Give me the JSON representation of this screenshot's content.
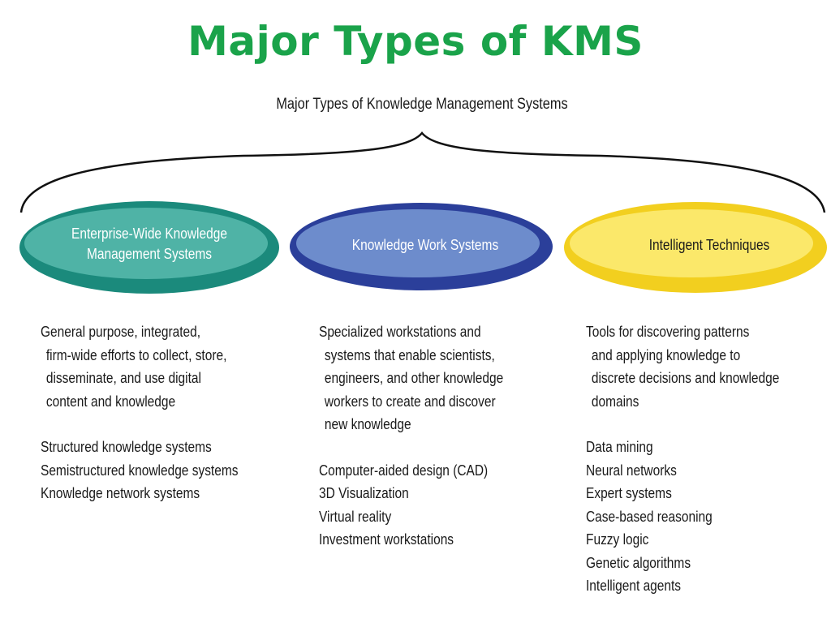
{
  "slide": {
    "title": "Major Types of KMS"
  },
  "diagram": {
    "title": "Major Types of Knowledge Management Systems",
    "colors": {
      "title_green": "#1aa34a",
      "enterprise_outer": "#1b8a7c",
      "enterprise_inner": "#4fb3a6",
      "work_outer": "#2b3f9a",
      "work_inner": "#6d8ccc",
      "intelligent_outer": "#f2cf1f",
      "intelligent_inner": "#fbe86a"
    },
    "categories": [
      {
        "label_lines": [
          "Enterprise-Wide Knowledge",
          "Management Systems"
        ],
        "description_lines": [
          "General purpose, integrated,",
          "firm-wide efforts to collect, store,",
          "disseminate, and use digital",
          "content and knowledge"
        ],
        "items": [
          "Structured knowledge systems",
          "Semistructured knowledge systems",
          "Knowledge network systems"
        ]
      },
      {
        "label_lines": [
          "Knowledge Work Systems"
        ],
        "description_lines": [
          "Specialized workstations and",
          "systems that enable scientists,",
          "engineers, and other knowledge",
          "workers to create and discover",
          "new knowledge"
        ],
        "items": [
          "Computer-aided design (CAD)",
          "3D Visualization",
          "Virtual reality",
          "Investment workstations"
        ]
      },
      {
        "label_lines": [
          "Intelligent Techniques"
        ],
        "description_lines": [
          "Tools for discovering patterns",
          "and applying knowledge to",
          "discrete decisions and knowledge",
          "domains"
        ],
        "items": [
          "Data mining",
          "Neural networks",
          "Expert systems",
          "Case-based reasoning",
          "Fuzzy logic",
          "Genetic algorithms",
          "Intelligent agents"
        ]
      }
    ]
  }
}
